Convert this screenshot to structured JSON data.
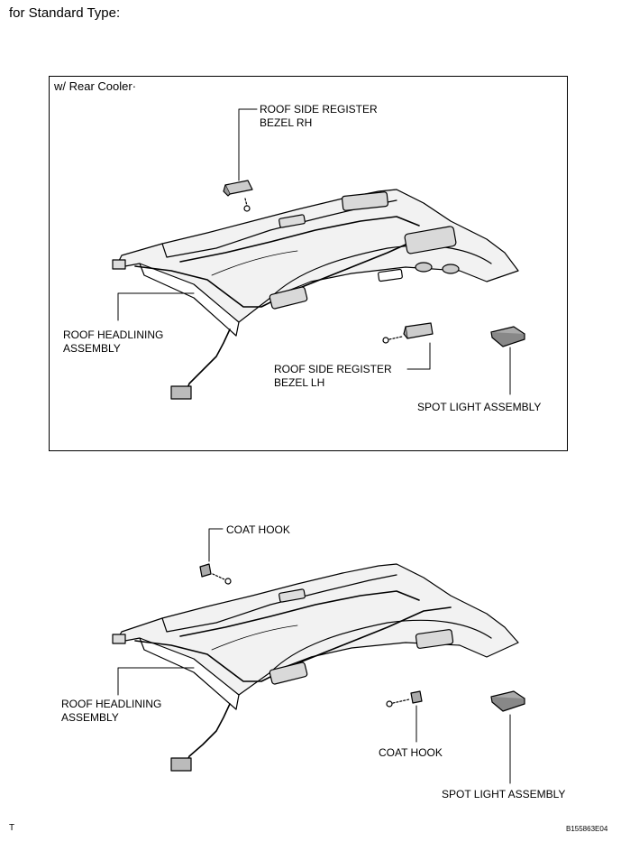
{
  "heading": "for Standard Type:",
  "top_diagram": {
    "frame_label": "w/ Rear Cooler·",
    "labels": {
      "register_rh_1": "ROOF SIDE REGISTER",
      "register_rh_2": "BEZEL RH",
      "headlining_1": "ROOF HEADLINING",
      "headlining_2": "ASSEMBLY",
      "register_lh_1": "ROOF SIDE REGISTER",
      "register_lh_2": "BEZEL LH",
      "spot_light": "SPOT LIGHT ASSEMBLY"
    }
  },
  "bottom_diagram": {
    "labels": {
      "coat_hook_top": "COAT HOOK",
      "headlining_1": "ROOF HEADLINING",
      "headlining_2": "ASSEMBLY",
      "coat_hook_bottom": "COAT HOOK",
      "spot_light": "SPOT LIGHT ASSEMBLY"
    }
  },
  "footer": {
    "left_mark": "T",
    "figure_code": "B155863E04"
  }
}
